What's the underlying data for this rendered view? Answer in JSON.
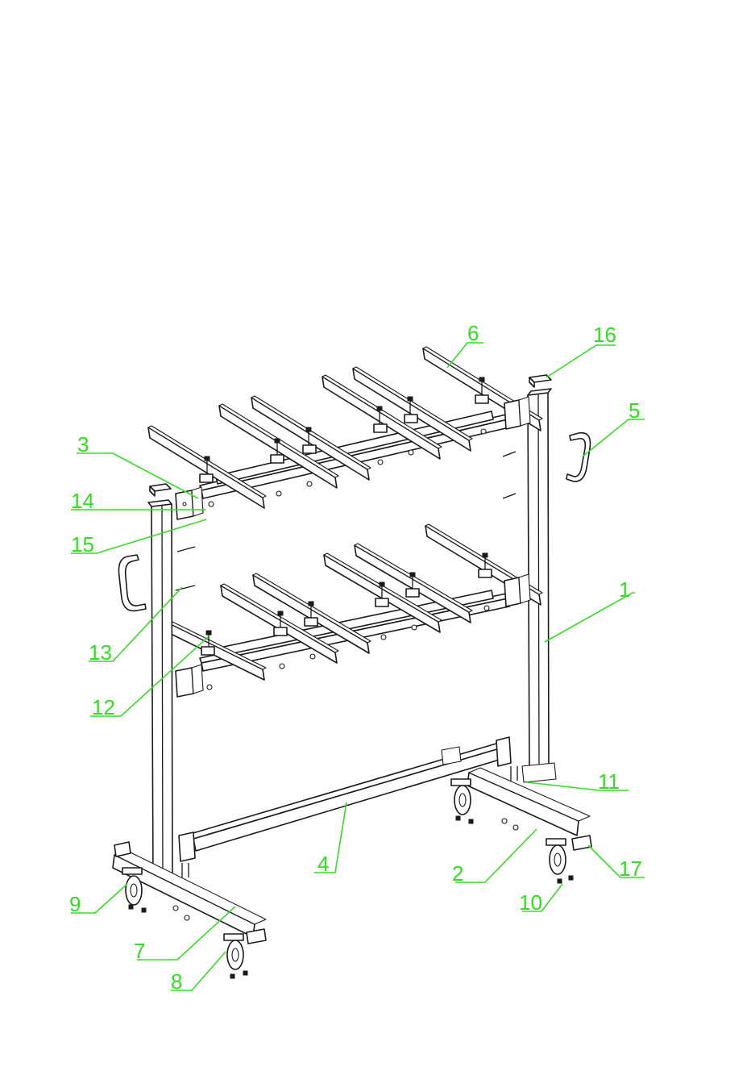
{
  "colors": {
    "callout": "#33dd22",
    "ink": "#1a1a1a",
    "background": "#ffffff"
  },
  "callouts": [
    {
      "id": "1",
      "label": "1"
    },
    {
      "id": "2",
      "label": "2"
    },
    {
      "id": "3",
      "label": "3"
    },
    {
      "id": "4",
      "label": "4"
    },
    {
      "id": "5",
      "label": "5"
    },
    {
      "id": "6",
      "label": "6"
    },
    {
      "id": "7",
      "label": "7"
    },
    {
      "id": "8",
      "label": "8"
    },
    {
      "id": "9",
      "label": "9"
    },
    {
      "id": "10",
      "label": "10"
    },
    {
      "id": "11",
      "label": "11"
    },
    {
      "id": "12",
      "label": "12"
    },
    {
      "id": "13",
      "label": "13"
    },
    {
      "id": "14",
      "label": "14"
    },
    {
      "id": "15",
      "label": "15"
    },
    {
      "id": "16",
      "label": "16"
    },
    {
      "id": "17",
      "label": "17"
    }
  ]
}
